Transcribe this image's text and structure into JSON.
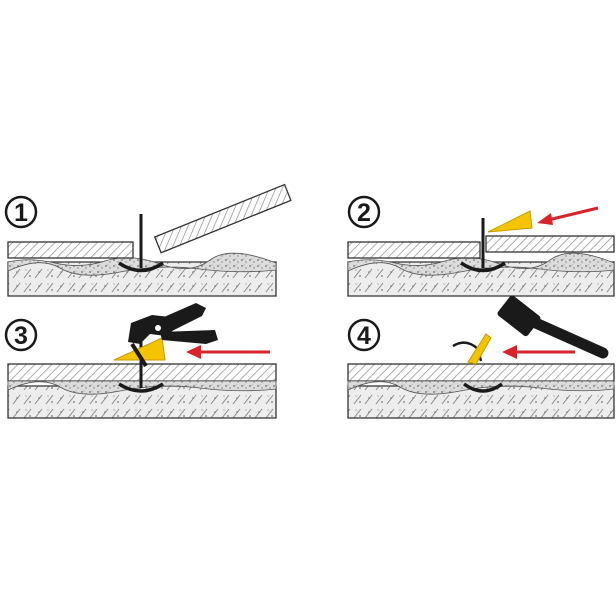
{
  "steps": [
    {
      "number": "1"
    },
    {
      "number": "2"
    },
    {
      "number": "3"
    },
    {
      "number": "4"
    }
  ],
  "colors": {
    "arrow": "#d8232a",
    "wedge": "#f5c400",
    "tool": "#1a1a1a",
    "concrete_fill": "#e9e9e9",
    "outline": "#333333"
  },
  "icons": [
    "spacer-clip-icon",
    "tile-icon",
    "wedge-icon",
    "pliers-icon",
    "mallet-icon",
    "arrow-icon"
  ]
}
